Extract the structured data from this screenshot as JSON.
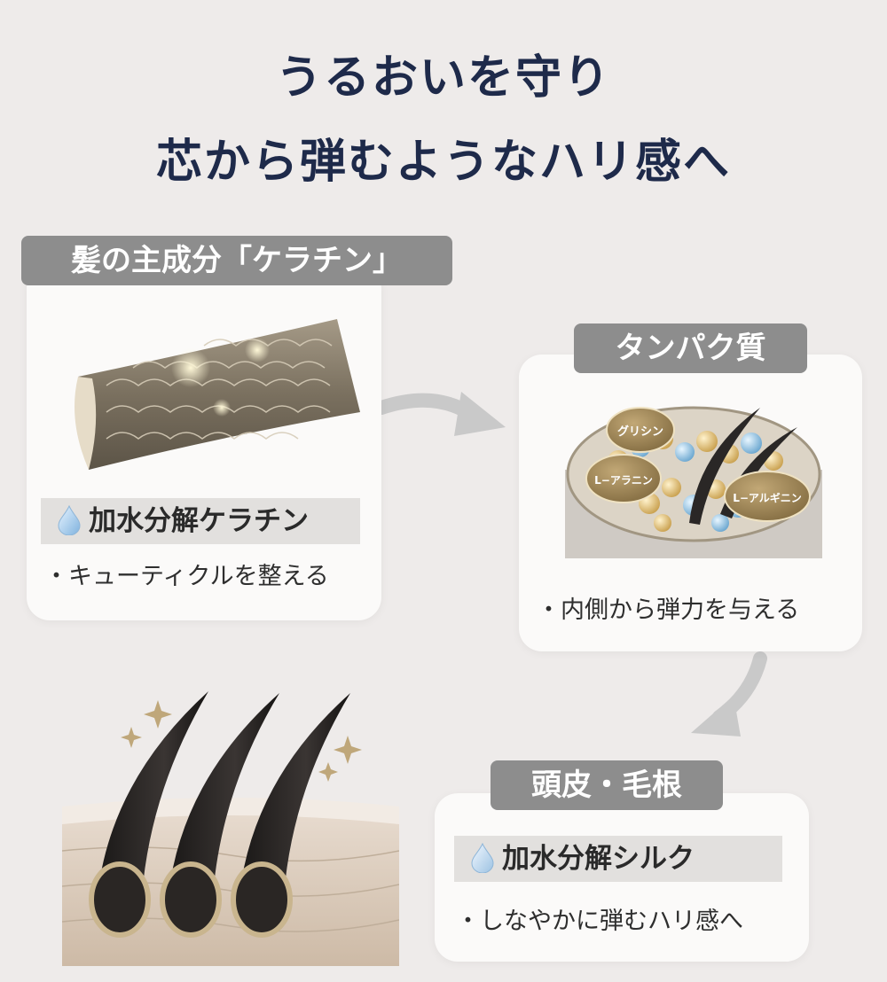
{
  "heading": {
    "line1": "うるおいを守り",
    "line2": "芯から弾むようなハリ感へ"
  },
  "keratin": {
    "tag": "髪の主成分「ケラチン」",
    "ingredient": "加水分解ケラチン",
    "benefit": "・キューティクルを整える"
  },
  "protein": {
    "tag": "タンパク質",
    "labels": [
      "グリシン",
      "L−アラニン",
      "L−アルギニン"
    ],
    "benefit": "・内側から弾力を与える"
  },
  "scalp": {
    "tag": "頭皮・毛根",
    "ingredient": "加水分解シルク",
    "benefit": "・しなやかに弾むハリ感へ"
  },
  "icons": [
    "water-drop-icon",
    "sparkle-icon",
    "arrow-icon"
  ],
  "colors": {
    "title": "#1e2a4a",
    "tag_bg": "#8d8d8d",
    "background": "#eeebea",
    "card": "#fbfaf9"
  }
}
